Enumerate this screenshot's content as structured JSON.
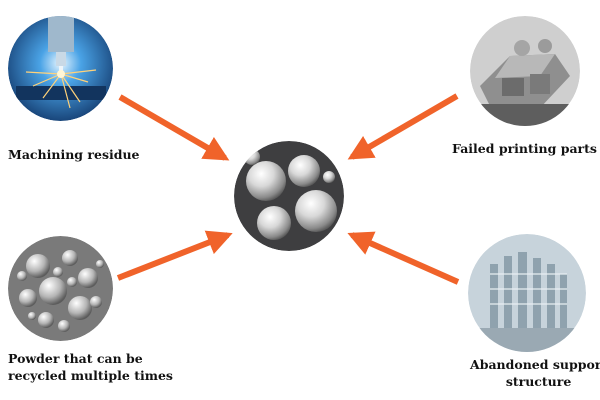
{
  "diagram": {
    "center": {
      "icon": "metal-powder-spheres"
    },
    "sources": [
      {
        "id": "machining",
        "icon": "cnc-machining-sparks",
        "label_lines": [
          "Machining residue"
        ]
      },
      {
        "id": "failed",
        "icon": "metal-printed-part",
        "label_lines": [
          "Failed printing parts"
        ]
      },
      {
        "id": "powder",
        "icon": "powder-particles-micrograph",
        "label_lines": [
          "Powder that can be",
          "recycled multiple times"
        ]
      },
      {
        "id": "support",
        "icon": "metal-support-structure",
        "label_lines": [
          "Abandoned support",
          "structure"
        ]
      }
    ],
    "colors": {
      "arrow": "#f0632a",
      "center_background": "#3e3e40",
      "label_text": "#111111"
    }
  }
}
